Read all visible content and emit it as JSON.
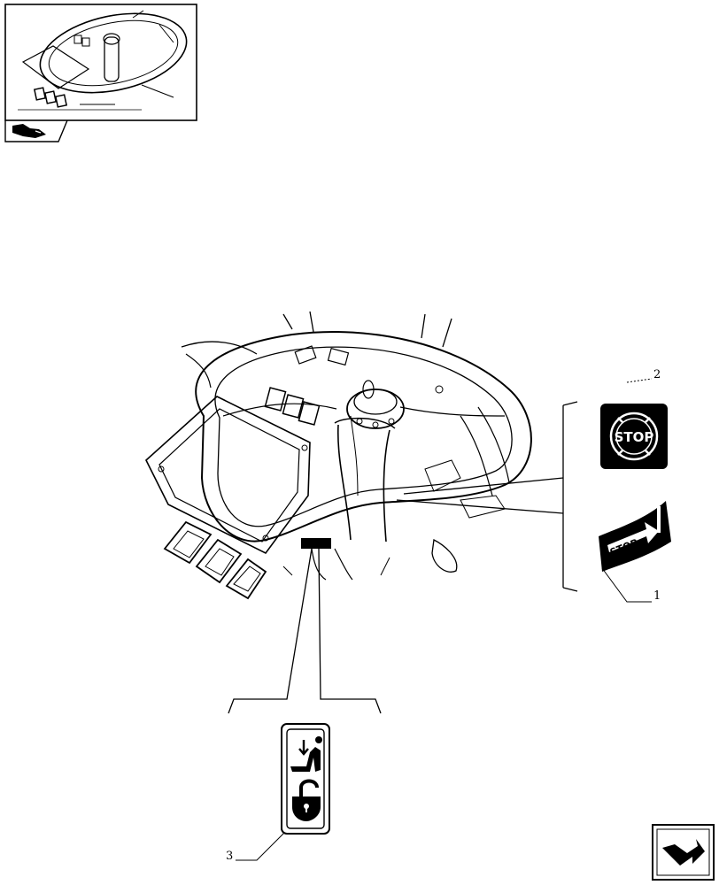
{
  "callouts": [
    {
      "id": "1",
      "label": "1"
    },
    {
      "id": "2",
      "label": "2"
    },
    {
      "id": "3",
      "label": "3"
    }
  ],
  "decals": {
    "stop_circle": {
      "text": "STOP"
    },
    "stop_arrow": {
      "text": "STOP"
    }
  },
  "icons": {
    "nav_thumb": "book-arrow-icon",
    "nav_next": "next-page-arrow-icon"
  },
  "colors": {
    "ink": "#000000",
    "paper": "#ffffff"
  }
}
